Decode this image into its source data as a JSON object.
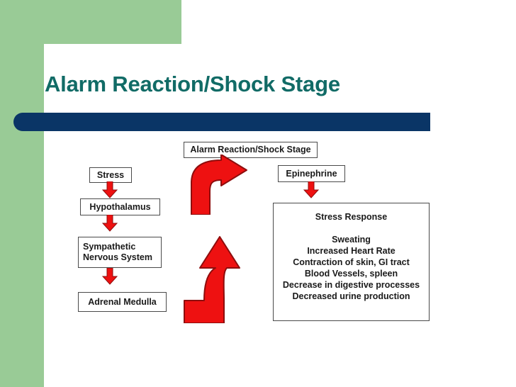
{
  "slide": {
    "title": "Alarm Reaction/Shock Stage",
    "colors": {
      "accent_green": "#99cb96",
      "title_teal": "#116b66",
      "rule_navy": "#0a3566",
      "arrow_red": "#ee1111",
      "arrow_red_outline": "#9a0f0f",
      "panel_white": "#ffffff",
      "node_border": "#4a4a4a"
    }
  },
  "diagram": {
    "type": "flowchart",
    "header_node": "Alarm Reaction/Shock Stage",
    "left_chain": [
      {
        "label": "Stress"
      },
      {
        "label": "Hypothalamus"
      },
      {
        "label": "Sympathetic\nNervous System",
        "line1": "Sympathetic",
        "line2": "Nervous System"
      },
      {
        "label": "Adrenal Medulla"
      }
    ],
    "right_chain": [
      {
        "label": "Epinephrine"
      }
    ],
    "stress_response": {
      "heading": "Stress Response",
      "items": [
        "Sweating",
        "Increased Heart Rate",
        "Contraction of skin, GI tract",
        "Blood Vessels, spleen",
        "Decrease in digestive processes",
        "Decreased urine production"
      ]
    },
    "connectors": [
      {
        "name": "stress-to-hypothalamus",
        "shape": "down-arrow"
      },
      {
        "name": "hypothalamus-to-sympathetic-nervous-system",
        "shape": "down-arrow"
      },
      {
        "name": "sympathetic-nervous-system-to-adrenal-medulla",
        "shape": "down-arrow"
      },
      {
        "name": "epinephrine-to-stress-response",
        "shape": "down-arrow"
      },
      {
        "name": "adrenal-medulla-to-alarm-reaction",
        "shape": "curved-arrow-up-right"
      },
      {
        "name": "stress-response-to-center",
        "shape": "curved-arrow-up"
      }
    ]
  }
}
